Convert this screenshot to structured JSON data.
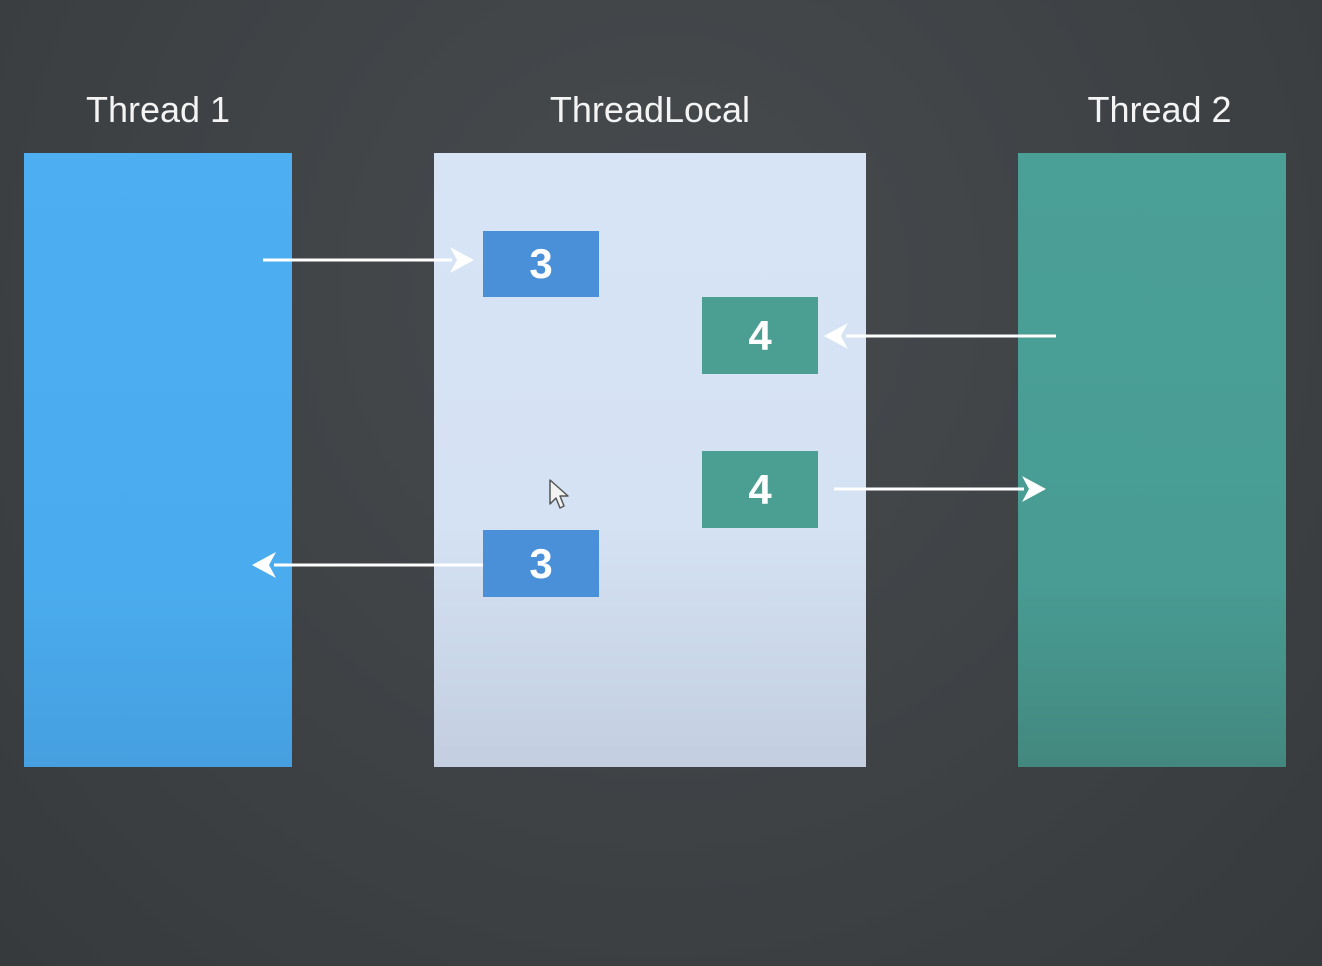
{
  "columns": {
    "thread1": {
      "title": "Thread 1",
      "color": "#4daff1"
    },
    "threadlocal": {
      "title": "ThreadLocal",
      "color": "#d6e3f4"
    },
    "thread2": {
      "title": "Thread 2",
      "color": "#4a9f97"
    }
  },
  "boxes": [
    {
      "id": "set-thread1",
      "value": "3",
      "color": "#4a90d9"
    },
    {
      "id": "set-thread2",
      "value": "4",
      "color": "#4a9e92"
    },
    {
      "id": "get-thread2",
      "value": "4",
      "color": "#4a9e92"
    },
    {
      "id": "get-thread1",
      "value": "3",
      "color": "#4a90d9"
    }
  ],
  "background_color": "#3e4245",
  "arrow_color": "#ffffff"
}
